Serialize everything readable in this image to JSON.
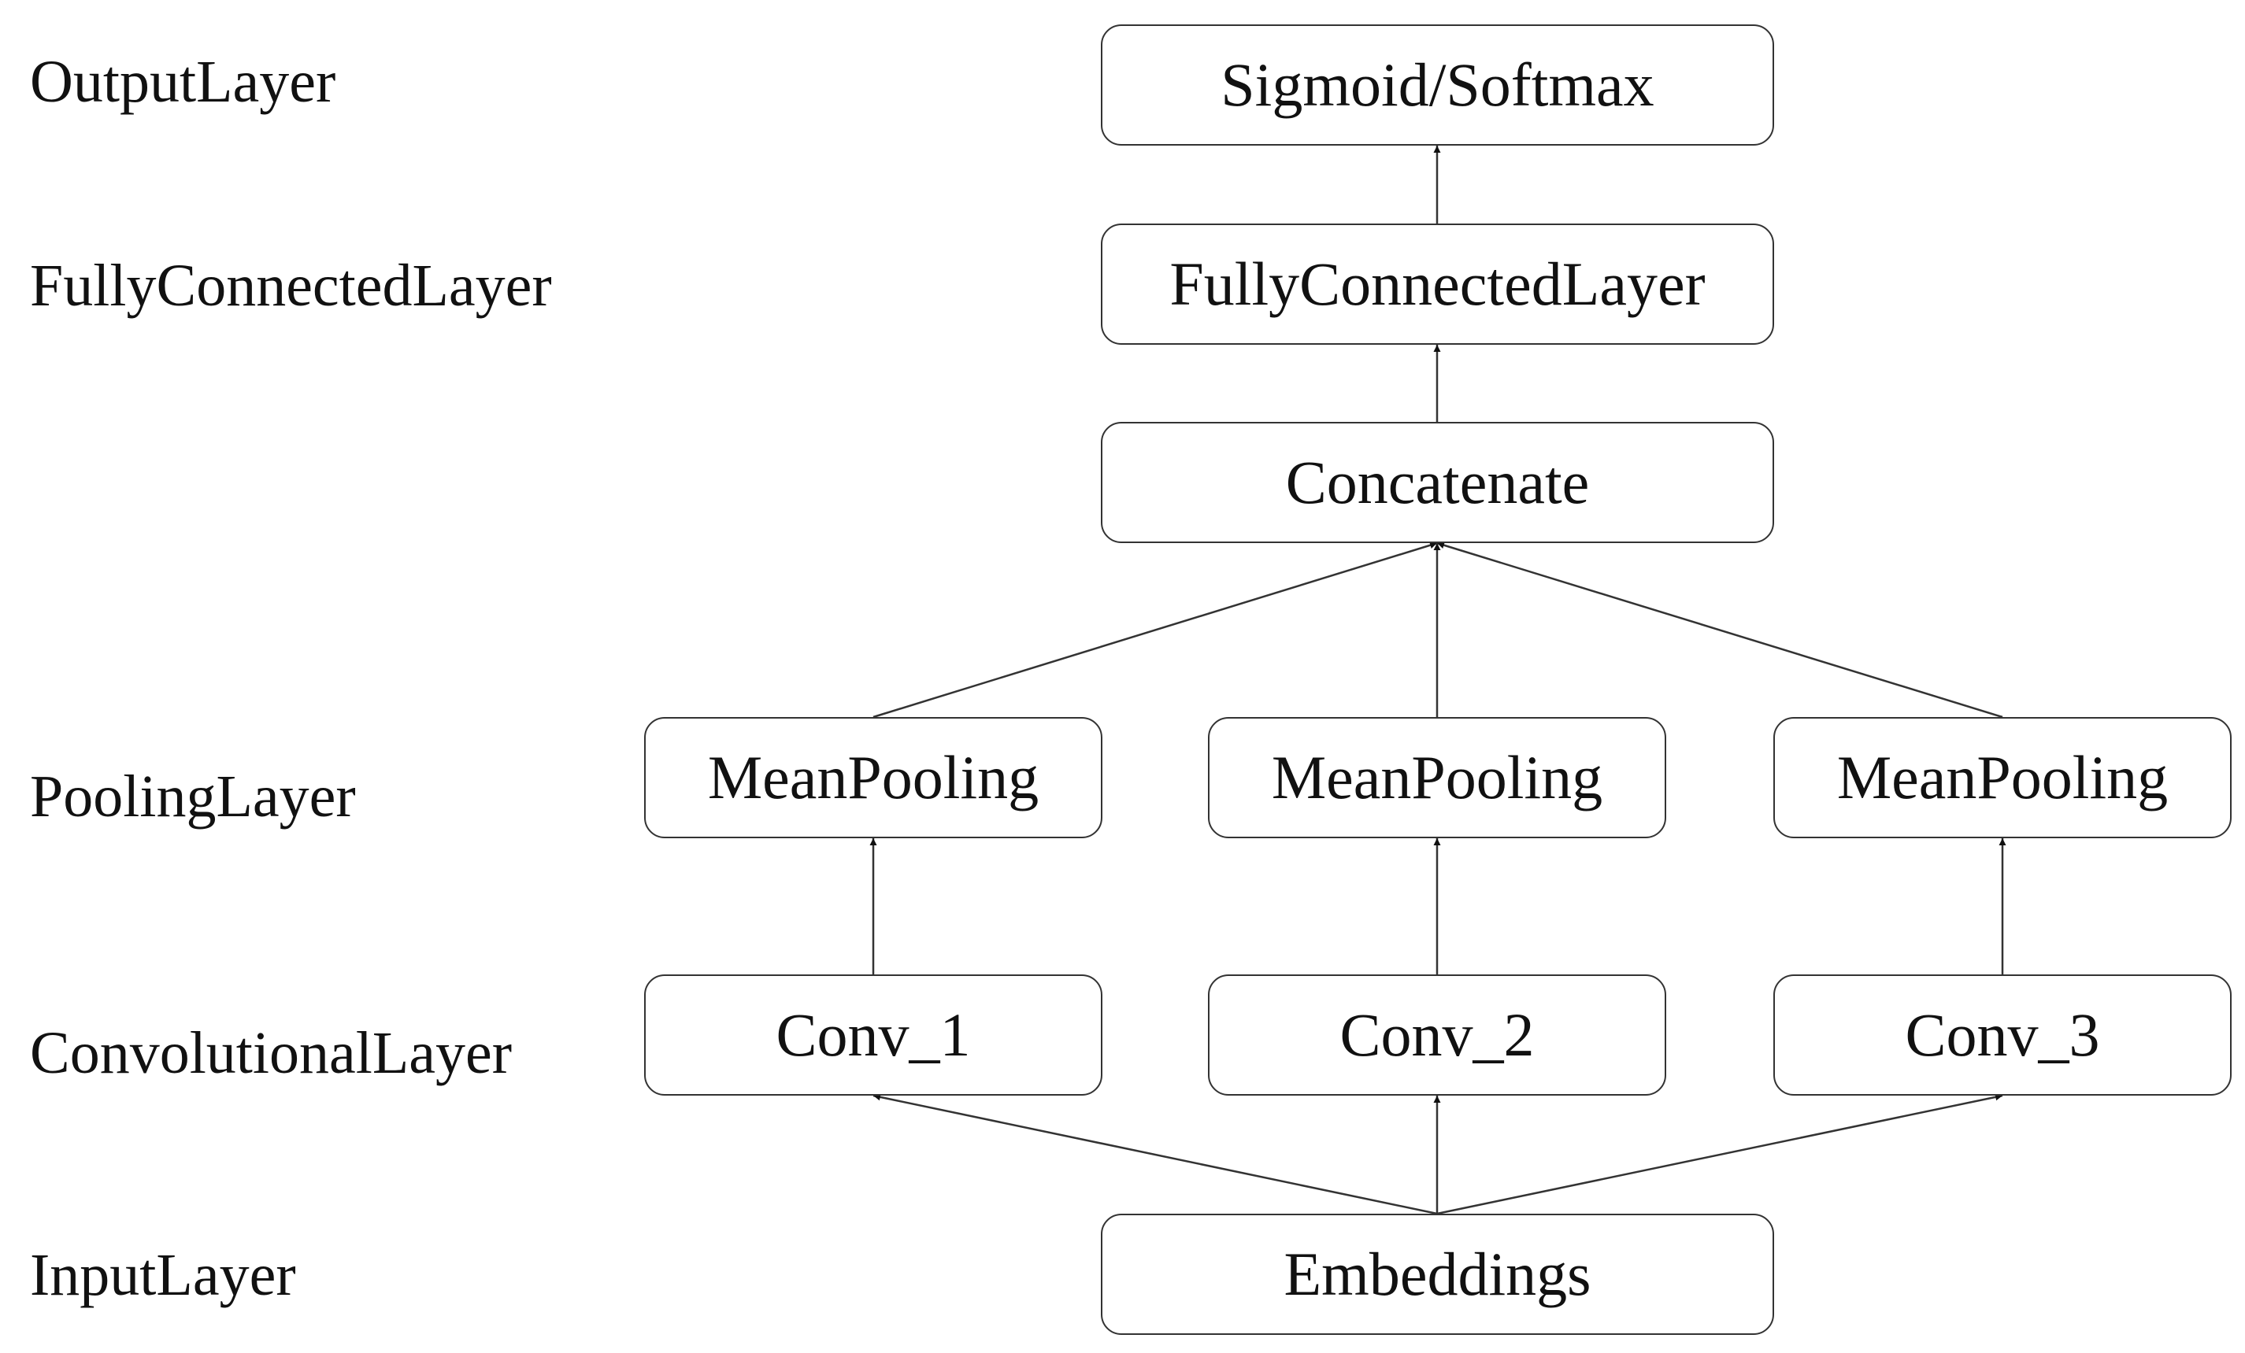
{
  "layer_labels": {
    "output": "OutputLayer",
    "fully_connected": "FullyConnectedLayer",
    "pooling": "PoolingLayer",
    "convolutional": "ConvolutionalLayer",
    "input": "InputLayer"
  },
  "nodes": {
    "sigmoid_softmax": "Sigmoid/Softmax",
    "fully_connected": "FullyConnectedLayer",
    "concatenate": "Concatenate",
    "pooling_1": "MeanPooling",
    "pooling_2": "MeanPooling",
    "pooling_3": "MeanPooling",
    "conv_1": "Conv_1",
    "conv_2": "Conv_2",
    "conv_3": "Conv_3",
    "embeddings": "Embeddings"
  },
  "edges": [
    {
      "from": "embeddings",
      "to": "conv_1"
    },
    {
      "from": "embeddings",
      "to": "conv_2"
    },
    {
      "from": "embeddings",
      "to": "conv_3"
    },
    {
      "from": "conv_1",
      "to": "pooling_1"
    },
    {
      "from": "conv_2",
      "to": "pooling_2"
    },
    {
      "from": "conv_3",
      "to": "pooling_3"
    },
    {
      "from": "pooling_1",
      "to": "concatenate"
    },
    {
      "from": "pooling_2",
      "to": "concatenate"
    },
    {
      "from": "pooling_3",
      "to": "concatenate"
    },
    {
      "from": "concatenate",
      "to": "fully_connected"
    },
    {
      "from": "fully_connected",
      "to": "sigmoid_softmax"
    }
  ]
}
